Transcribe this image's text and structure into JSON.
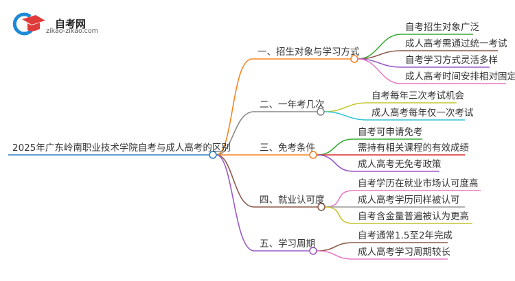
{
  "logo": {
    "title": "自考网",
    "subtitle": "zikao-zikao.com"
  },
  "root": {
    "label": "2025年广东岭南职业技术学院自考与成人高考的区别",
    "color": "#2f7fc1"
  },
  "branches": [
    {
      "label": "一、招生对象与学习方式",
      "color": "#f5841f",
      "leaves": [
        {
          "label": "自考招生对象广泛",
          "color": "#3aa935"
        },
        {
          "label": "成人高考需通过统一考试",
          "color": "#8b5a4a"
        },
        {
          "label": "自考学习方式灵活多样",
          "color": "#9b59c6"
        },
        {
          "label": "成人高考时间安排相对固定",
          "color": "#e87ac8"
        }
      ]
    },
    {
      "label": "二、一年考几次",
      "color": "#888888",
      "leaves": [
        {
          "label": "自考每年三次考试机会",
          "color": "#c4c431"
        },
        {
          "label": "成人高考每年仅一次考试",
          "color": "#2ec4d6"
        }
      ]
    },
    {
      "label": "三、免考条件",
      "color": "#f5841f",
      "leaves": [
        {
          "label": "自考可申请免考",
          "color": "#3aa935"
        },
        {
          "label": "需持有相关课程的有效成绩",
          "color": "#e02a2a"
        },
        {
          "label": "成人高考无免考政策",
          "color": "#9b59c6"
        }
      ]
    },
    {
      "label": "四、就业认可度",
      "color": "#8b5a4a",
      "leaves": [
        {
          "label": "自考学历在就业市场认可度高",
          "color": "#e87ac8"
        },
        {
          "label": "成人高考学历同样被认可",
          "color": "#999999"
        },
        {
          "label": "自考含金量普遍被认为更高",
          "color": "#c4c431"
        }
      ]
    },
    {
      "label": "五、学习周期",
      "color": "#9b59c6",
      "leaves": [
        {
          "label": "自考通常1.5至2年完成",
          "color": "#8b5a4a"
        },
        {
          "label": "成人高考学习周期较长",
          "color": "#e87ac8"
        }
      ]
    }
  ]
}
